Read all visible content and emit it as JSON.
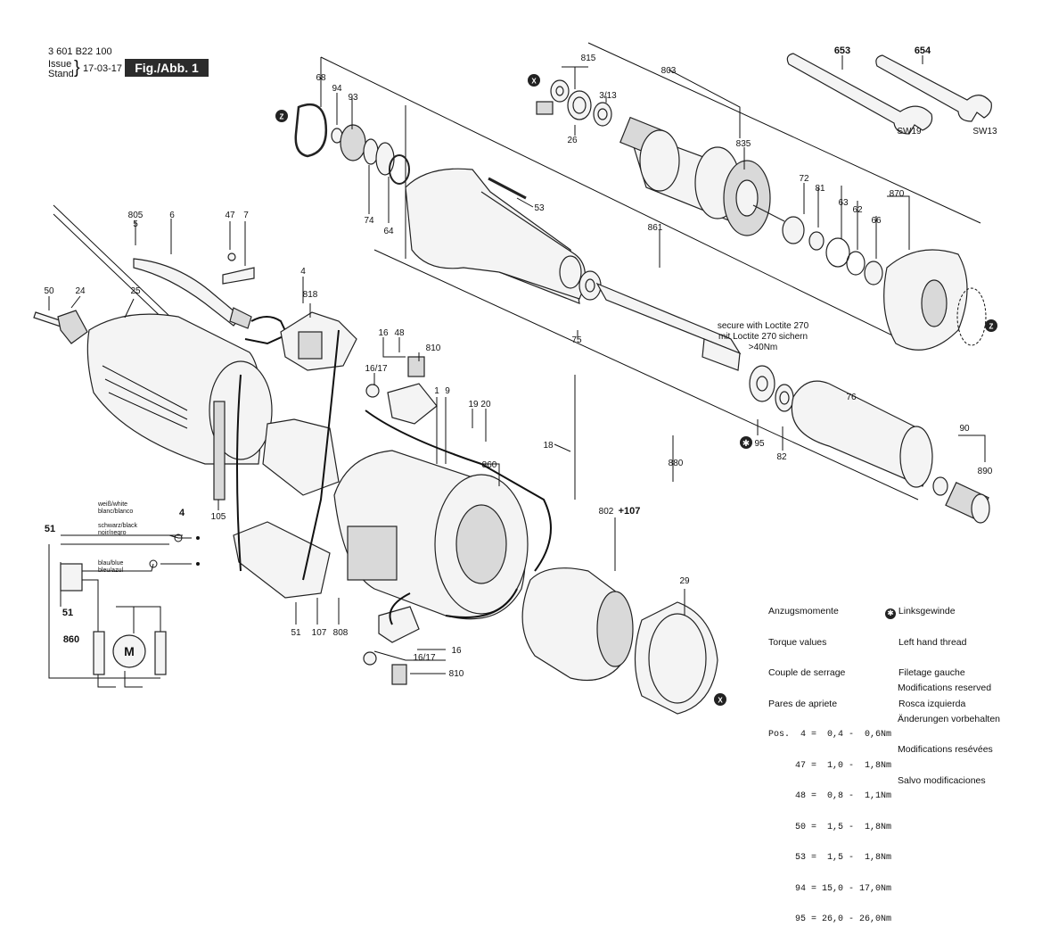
{
  "header": {
    "part_number": "3 601 B22 100",
    "issue_label": "Issue",
    "stand_label": "Stand",
    "date": "17-03-17",
    "figure_tag": "Fig./Abb. 1"
  },
  "callouts": {
    "c653": "653",
    "c654": "654",
    "sw19": "SW19",
    "sw13": "SW13",
    "c815": "815",
    "c803": "803",
    "c313": "3/13",
    "c26": "26",
    "c835": "835",
    "cX1": "X",
    "c68": "68",
    "c94": "94",
    "c93": "93",
    "cZ1": "Z",
    "c74": "74",
    "c64": "64",
    "c53": "53",
    "c861": "861",
    "c72": "72",
    "c81": "81",
    "c63": "63",
    "c62": "62",
    "c66": "66",
    "c870": "870",
    "cZ2": "Z",
    "c805": "805",
    "c5": "5",
    "c6": "6",
    "c47": "47",
    "c7": "7",
    "c4a": "4",
    "c818": "818",
    "c50": "50",
    "c24": "24",
    "c25": "25",
    "c16a": "16",
    "c48": "48",
    "c810a": "810",
    "c1617a": "16/17",
    "c1": "1",
    "c9": "9",
    "c1920": "19 20",
    "c75": "75",
    "c76": "76",
    "c95": "95",
    "c82": "82",
    "c880": "880",
    "c18": "18",
    "c860a": "860",
    "c90": "90",
    "c890": "890",
    "c105": "105",
    "c802": "802",
    "c107a": "+107",
    "c29": "29",
    "c51a": "51",
    "c107b": "107",
    "c808": "808",
    "c16b": "16",
    "c1617b": "16/17",
    "c810b": "810",
    "cX2": "X"
  },
  "loctite": {
    "line1": "secure with Loctite 270",
    "line2": "mit Loctite 270 sichern",
    "line3": ">40Nm"
  },
  "wiring": {
    "white": "weiß/white",
    "white2": "blanc/blanco",
    "black": "schwarz/black",
    "black2": "noir/negro",
    "blue": "blau/blue",
    "blue2": "bleu/azul",
    "sw4": "4",
    "n51a": "51",
    "n51b": "51",
    "n860": "860",
    "motor": "M"
  },
  "torque": {
    "title1": "Anzugsmomente",
    "title2": "Torque values",
    "title3": "Couple de serrage",
    "title4": "Pares de apriete",
    "rows": [
      "Pos.  4 =  0,4 -  0,6Nm",
      "     47 =  1,0 -  1,8Nm",
      "     48 =  0,8 -  1,1Nm",
      "     50 =  1,5 -  1,8Nm",
      "     53 =  1,5 -  1,8Nm",
      "     94 = 15,0 - 17,0Nm",
      "     95 = 26,0 - 26,0Nm"
    ]
  },
  "thread": {
    "l1": "Linksgewinde",
    "l2": "Left hand thread",
    "l3": "Filetage gauche",
    "l4": "Rosca izquierda"
  },
  "mods": {
    "l1": "Modifications reserved",
    "l2": "Änderungen vorbehalten",
    "l3": "Modifications resévées",
    "l4": "Salvo modificaciones"
  }
}
